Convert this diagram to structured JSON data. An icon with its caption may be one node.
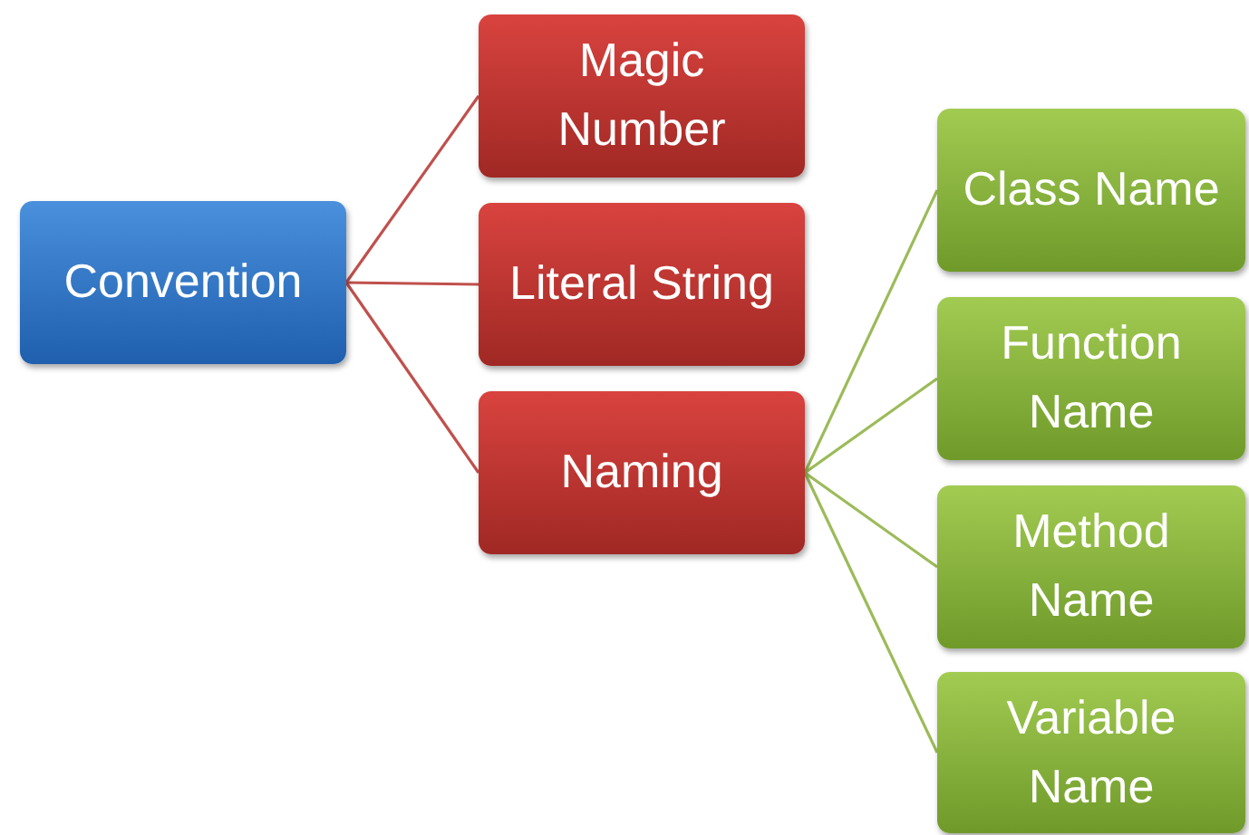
{
  "diagram": {
    "nodes": [
      {
        "text": [
          "Convention"
        ]
      },
      {
        "text": [
          "Magic Number"
        ]
      },
      {
        "text": [
          "Literal String"
        ]
      },
      {
        "text": [
          "Naming"
        ]
      },
      {
        "text": [
          "Class Name"
        ]
      },
      {
        "text": [
          "Function Name"
        ]
      },
      {
        "text": [
          "Method Name"
        ]
      },
      {
        "text": [
          "Variable Name"
        ]
      }
    ],
    "edges": [
      {
        "from": 0,
        "to": 1,
        "arrow": "none",
        "color": "#c0504d"
      },
      {
        "from": 0,
        "to": 2,
        "arrow": "none",
        "color": "#c0504d"
      },
      {
        "from": 0,
        "to": 3,
        "arrow": "none",
        "color": "#c0504d"
      },
      {
        "from": 3,
        "to": 4,
        "arrow": "none"
      },
      {
        "from": 3,
        "to": 5,
        "arrow": "none"
      },
      {
        "from": 3,
        "to": 6,
        "arrow": "none"
      },
      {
        "from": 3,
        "to": 7,
        "arrow": "none"
      }
    ]
  }
}
